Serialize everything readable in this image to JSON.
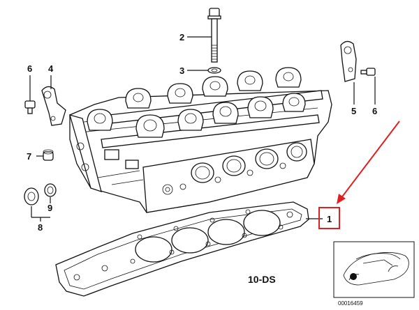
{
  "callouts": {
    "c1": "1",
    "c2": "2",
    "c3": "3",
    "c4": "4",
    "c5": "5",
    "c6_left": "6",
    "c6_right": "6",
    "c7": "7",
    "c8": "8",
    "c9": "9"
  },
  "diagram_code": "10-DS",
  "inset_number": "00016459",
  "colors": {
    "ink": "#111111",
    "highlight": "#e02020",
    "background": "#ffffff"
  }
}
